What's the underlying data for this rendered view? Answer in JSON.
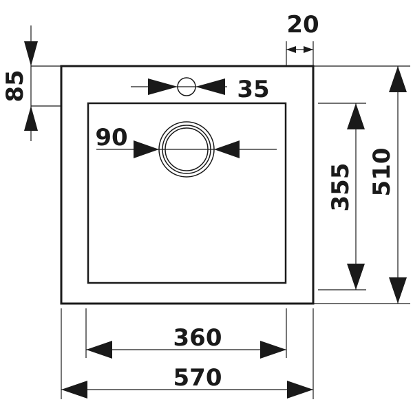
{
  "dimensions": {
    "outer_width": "570",
    "inner_width": "360",
    "outer_height": "510",
    "inner_height": "355",
    "top_margin": "85",
    "side_margin": "20",
    "tap_hole": "35",
    "drain": "90"
  },
  "colors": {
    "ink": "#1a1a1a",
    "background": "#ffffff"
  }
}
